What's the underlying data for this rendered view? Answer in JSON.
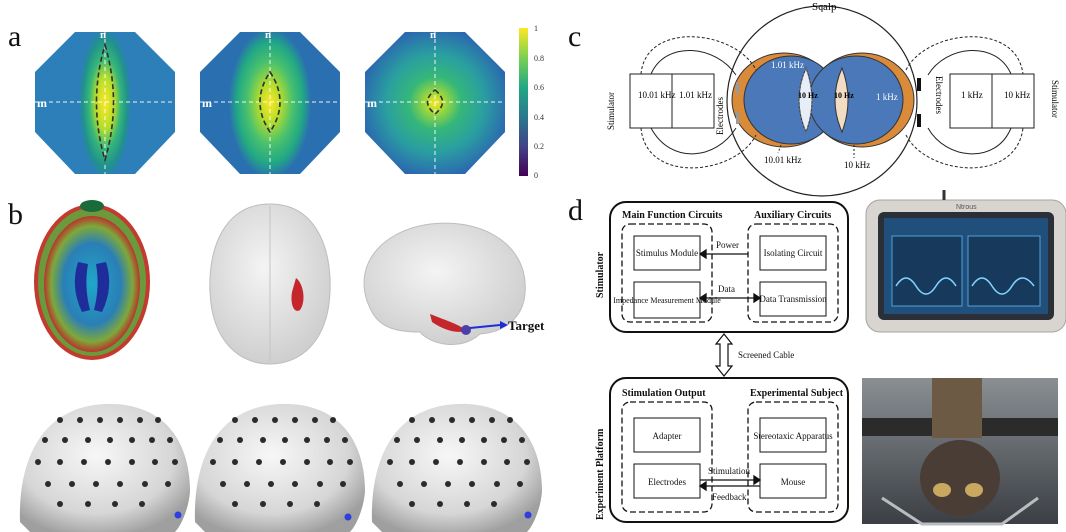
{
  "panels": {
    "a": "a",
    "b": "b",
    "c": "c",
    "d": "d"
  },
  "panel_a": {
    "axis_n": "n",
    "axis_m": "m",
    "colorbar_ticks": [
      "1",
      "0.8",
      "0.6",
      "0.4",
      "0.2",
      "0"
    ],
    "colorbar_colors": [
      "#fde725",
      "#7ad151",
      "#22a884",
      "#2a788e",
      "#414487",
      "#440154"
    ]
  },
  "panel_b": {
    "target_label": "Target"
  },
  "panel_c": {
    "scalp": "Scalp",
    "stim_left": "Stimulator",
    "stim_right": "Stimulator",
    "electrodes_left": "Electrodes",
    "electrodes_right": "Electrodes",
    "left_box": [
      "10.01 kHz",
      "1.01 kHz"
    ],
    "right_box": [
      "1 kHz",
      "10 kHz"
    ],
    "label_101": "1.01 kHz",
    "label_1": "1 kHz",
    "label_1001": "10.01 kHz",
    "label_10": "10 kHz",
    "beat_left": "10 Hz",
    "beat_right": "10 Hz"
  },
  "panel_d": {
    "stimulator_label": "Stimulator",
    "experiment_label": "Experiment Platform",
    "main_function": "Main Function Circuits",
    "auxiliary": "Auxiliary Circuits",
    "stimulus_module": "Stimulus Module",
    "isolating_circuit": "Isolating Circuit",
    "impedance_module": "Impedance Measurement Module",
    "data_transmission": "Data Transmission",
    "power": "Power",
    "data": "Data",
    "screened_cable": "Screened Cable",
    "stim_output": "Stimulation Output",
    "exp_subject": "Experimental Subject",
    "adapter": "Adapter",
    "stereotaxic": "Stereotaxic Apparatus",
    "electrodes": "Electrodes",
    "mouse": "Mouse",
    "stimulation": "Stimulation",
    "feedback": "Feedback",
    "device_brand": "Ntrous"
  }
}
